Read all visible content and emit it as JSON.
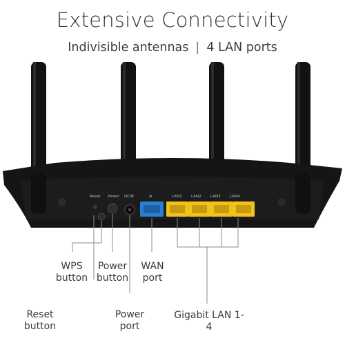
{
  "headline": "Extensive Connectivity",
  "subline": {
    "left": "Indivisible antennas",
    "separator": "|",
    "right": "4 LAN ports"
  },
  "ports": {
    "reset": "Reset",
    "power": "Power",
    "dcin": "DCIN",
    "wan": "⊕",
    "lan": [
      "LAN1",
      "LAN2",
      "LAN3",
      "LAN4"
    ]
  },
  "callouts": {
    "wps": [
      "WPS",
      "button"
    ],
    "power_button": [
      "Power",
      "button"
    ],
    "wan_port": [
      "WAN",
      "port"
    ],
    "reset_button": [
      "Reset",
      "button"
    ],
    "power_port": [
      "Power",
      "port"
    ],
    "gigabit_lan": "Gigabit LAN 1-4"
  },
  "colors": {
    "router_body": "#151515",
    "wan_port": "#2a7fd0",
    "lan_port": "#f2c21a",
    "leader_line": "#8a8a8a"
  }
}
